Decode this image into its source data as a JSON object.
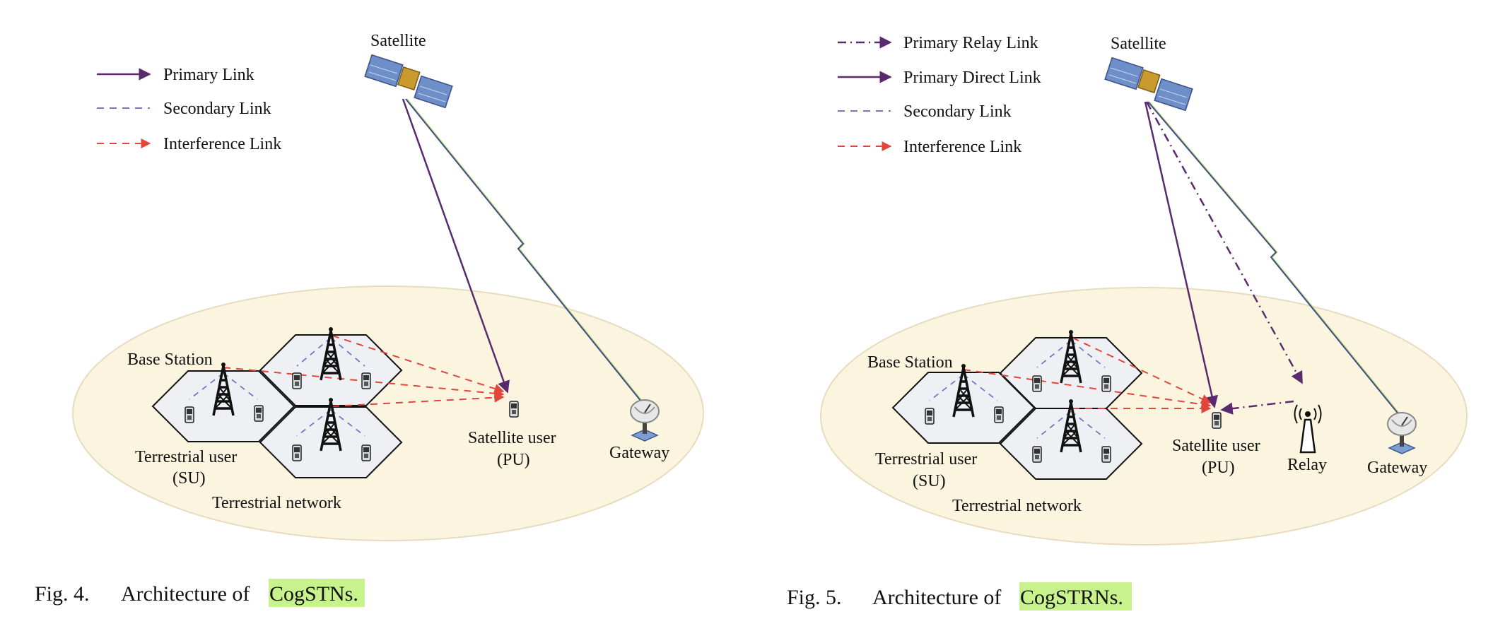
{
  "fig4": {
    "caption_prefix": "Fig. 4.",
    "caption_text": "Architecture of",
    "caption_term": "CogSTNs.",
    "legend": [
      {
        "label": "Primary Link",
        "style": "solid-arrow"
      },
      {
        "label": "Secondary Link",
        "style": "dashed"
      },
      {
        "label": "Interference Link",
        "style": "dashed-arrow"
      }
    ],
    "labels": {
      "satellite": "Satellite",
      "base_station": "Base Station",
      "terrestrial_user": "Terrestrial user",
      "terrestrial_user_abbr": "(SU)",
      "terrestrial_network": "Terrestrial network",
      "satellite_user": "Satellite user",
      "satellite_user_abbr": "(PU)",
      "gateway": "Gateway"
    }
  },
  "fig5": {
    "caption_prefix": "Fig. 5.",
    "caption_text": "Architecture of",
    "caption_term": "CogSTRNs.",
    "legend": [
      {
        "label": "Primary Relay Link",
        "style": "dashdot-arrow"
      },
      {
        "label": "Primary Direct Link",
        "style": "solid-arrow"
      },
      {
        "label": "Secondary Link",
        "style": "dashed"
      },
      {
        "label": "Interference Link",
        "style": "dashed-arrow"
      }
    ],
    "labels": {
      "satellite": "Satellite",
      "base_station": "Base Station",
      "terrestrial_user": "Terrestrial user",
      "terrestrial_user_abbr": "(SU)",
      "terrestrial_network": "Terrestrial network",
      "satellite_user": "Satellite user",
      "satellite_user_abbr": "(PU)",
      "relay": "Relay",
      "gateway": "Gateway"
    }
  },
  "colors": {
    "primary": "#5a2a6e",
    "secondary": "#6f78c8",
    "interference": "#e2453c",
    "ellipse_fill": "#fbf4df",
    "ellipse_stroke": "#e8dcc0",
    "hex_fill": "#eef0f3",
    "highlight": "#c8f28c"
  },
  "icons": [
    "satellite-icon",
    "tower-icon",
    "phone-icon",
    "dish-icon",
    "relay-antenna-icon"
  ]
}
